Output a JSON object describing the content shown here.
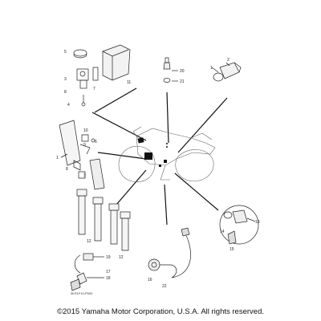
{
  "callouts": {
    "c1a": "1",
    "c1b": "1",
    "c2": "2",
    "c3": "3",
    "c4": "4",
    "c5": "5",
    "c6": "6",
    "c7": "7",
    "c8": "8",
    "c9": "9",
    "c10": "10",
    "c11": "11",
    "c12a": "12",
    "c12b": "12",
    "c13": "13",
    "c14": "14",
    "c15": "15",
    "c16": "16",
    "c17": "17",
    "c18": "18",
    "c19": "19",
    "c20": "20",
    "c21": "21",
    "c22": "22"
  },
  "part_code": "3KS1F10-P500",
  "copyright": "©2015 Yamaha Motor Corporation, U.S.A. All rights reserved."
}
